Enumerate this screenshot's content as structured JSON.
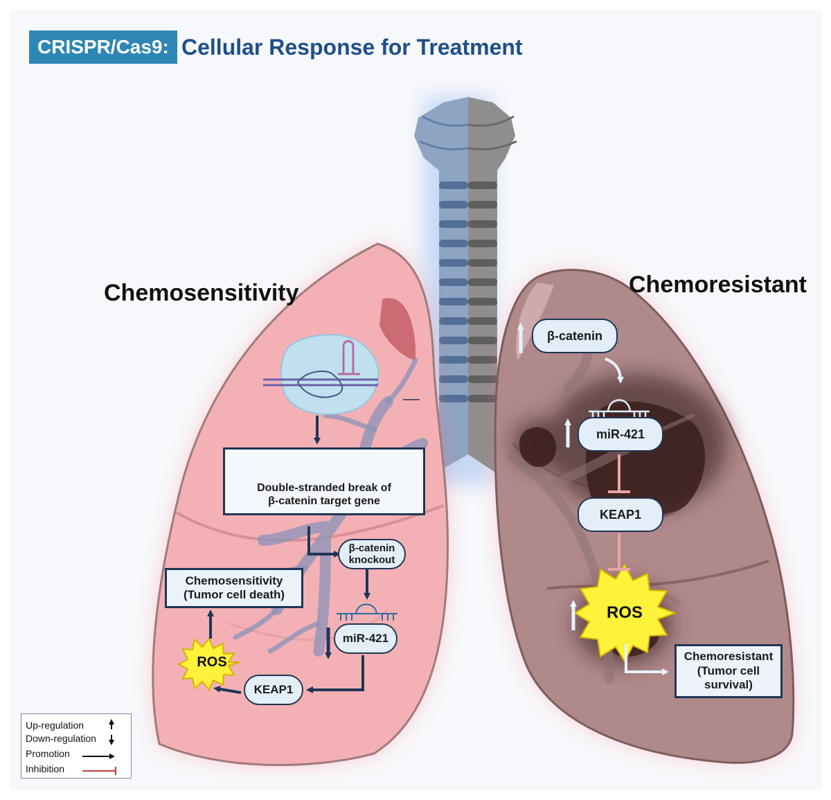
{
  "title": {
    "badge": "CRISPR/Cas9:",
    "text": "Cellular Response for Treatment"
  },
  "left": {
    "heading": "Chemosensitivity",
    "dsb": "Double-stranded break of\nβ-catenin target gene",
    "knockout": "β-catenin\nknockout",
    "mir": "miR-421",
    "keap1": "KEAP1",
    "ros": "ROS",
    "outcome": "Chemosensitivity\n(Tumor cell death)"
  },
  "right": {
    "heading": "Chemoresistant",
    "catenin": "β-catenin",
    "mir": "miR-421",
    "keap1": "KEAP1",
    "ros": "ROS",
    "outcome": "Chemoresistant\n(Tumor cell\nsurvival)"
  },
  "legend": {
    "up": "Up-regulation",
    "down": "Down-regulation",
    "promotion": "Promotion",
    "inhibition": "Inhibition"
  },
  "colors": {
    "title_badge": "#2d86b4",
    "title_text": "#1e4f8a",
    "box_border": "#1f3556",
    "arrow": "#1f3556",
    "ros_burst": "#fff23a",
    "inhibition": "#c0393b",
    "lung_left": "#f2a9ad",
    "lung_right": "#a9807f",
    "trachea_left": "#6c86a8",
    "trachea_right": "#6e6e6e"
  }
}
